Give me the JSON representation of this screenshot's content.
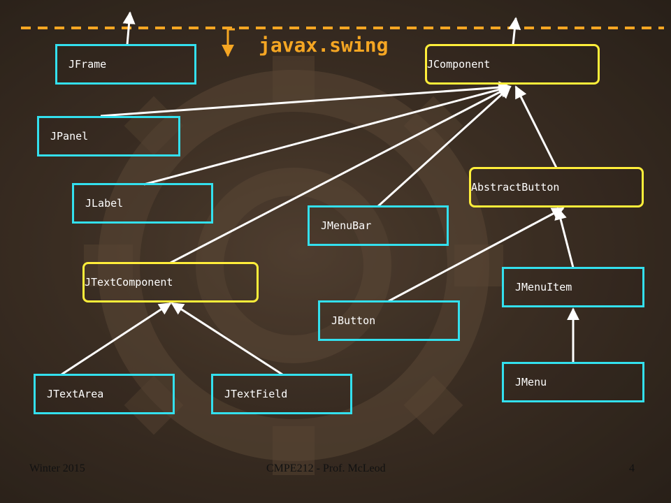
{
  "package": "javax.swing",
  "classes": {
    "jframe": "JFrame",
    "jcomponent": "JComponent",
    "jpanel": "JPanel",
    "jlabel": "JLabel",
    "abstractbutton": "AbstractButton",
    "jmenubar": "JMenuBar",
    "jtextcomponent": "JTextComponent",
    "jmenuitem": "JMenuItem",
    "jbutton": "JButton",
    "jmenu": "JMenu",
    "jtextarea": "JTextArea",
    "jtextfield": "JTextField"
  },
  "footer": {
    "left": "Winter 2015",
    "center": "CMPE212 - Prof. McLeod",
    "right": "4"
  },
  "colors": {
    "concrete_border": "#33e0ee",
    "abstract_border": "#ffee3a",
    "package_label": "#f5a623",
    "dashed_line": "#f5a623",
    "arrows": "#ffffff"
  }
}
